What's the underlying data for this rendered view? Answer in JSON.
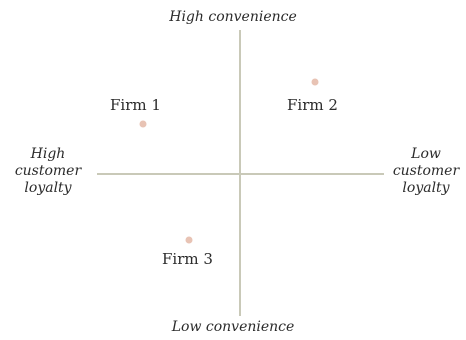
{
  "axes": {
    "top": "High convenience",
    "bottom": "Low convenience",
    "left": [
      "High",
      "customer",
      "loyalty"
    ],
    "right": [
      "Low",
      "customer",
      "loyalty"
    ]
  },
  "firms": [
    {
      "name": "Firm 1"
    },
    {
      "name": "Firm 2"
    },
    {
      "name": "Firm 3"
    }
  ],
  "colors": {
    "axis": "#c9c9b8",
    "dot": "#e8c3b4",
    "text": "#2b2b2b"
  }
}
